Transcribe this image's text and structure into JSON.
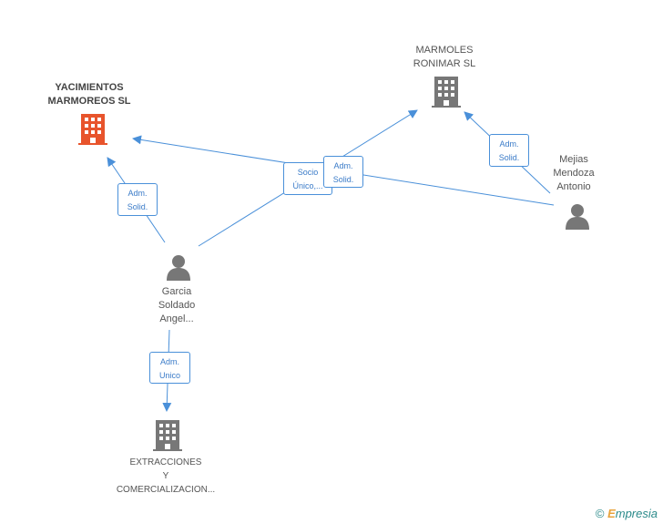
{
  "colors": {
    "edge": "#4a90d9",
    "main_company": "#e8542c",
    "company": "#777777",
    "person": "#777777"
  },
  "nodes": {
    "yacimientos": {
      "lines": [
        "YACIMIENTOS",
        "MARMOREOS SL"
      ],
      "icon": "building-icon"
    },
    "marmoles": {
      "lines": [
        "MARMOLES",
        "RONIMAR SL"
      ],
      "icon": "building-icon"
    },
    "mejias": {
      "lines": [
        "Mejias",
        "Mendoza",
        "Antonio"
      ],
      "icon": "person-icon"
    },
    "garcia": {
      "lines": [
        "Garcia",
        "Soldado",
        "Angel..."
      ],
      "icon": "person-icon"
    },
    "extracciones": {
      "lines": [
        "EXTRACCIONES",
        "Y",
        "COMERCIALIZACION..."
      ],
      "icon": "building-icon"
    }
  },
  "relations": {
    "garcia_yacimientos": {
      "lines": [
        "Adm.",
        "Solid."
      ]
    },
    "garcia_marmoles": {
      "lines": [
        "Socio",
        "Único,..."
      ]
    },
    "mejias_yacimientos": {
      "lines": [
        "Adm.",
        "Solid."
      ]
    },
    "mejias_marmoles": {
      "lines": [
        "Adm.",
        "Solid."
      ]
    },
    "garcia_extracciones": {
      "lines": [
        "Adm.",
        "Unico"
      ]
    }
  },
  "watermark": {
    "symbol": "©",
    "brand_initial": "E",
    "brand_rest": "mpresia"
  }
}
